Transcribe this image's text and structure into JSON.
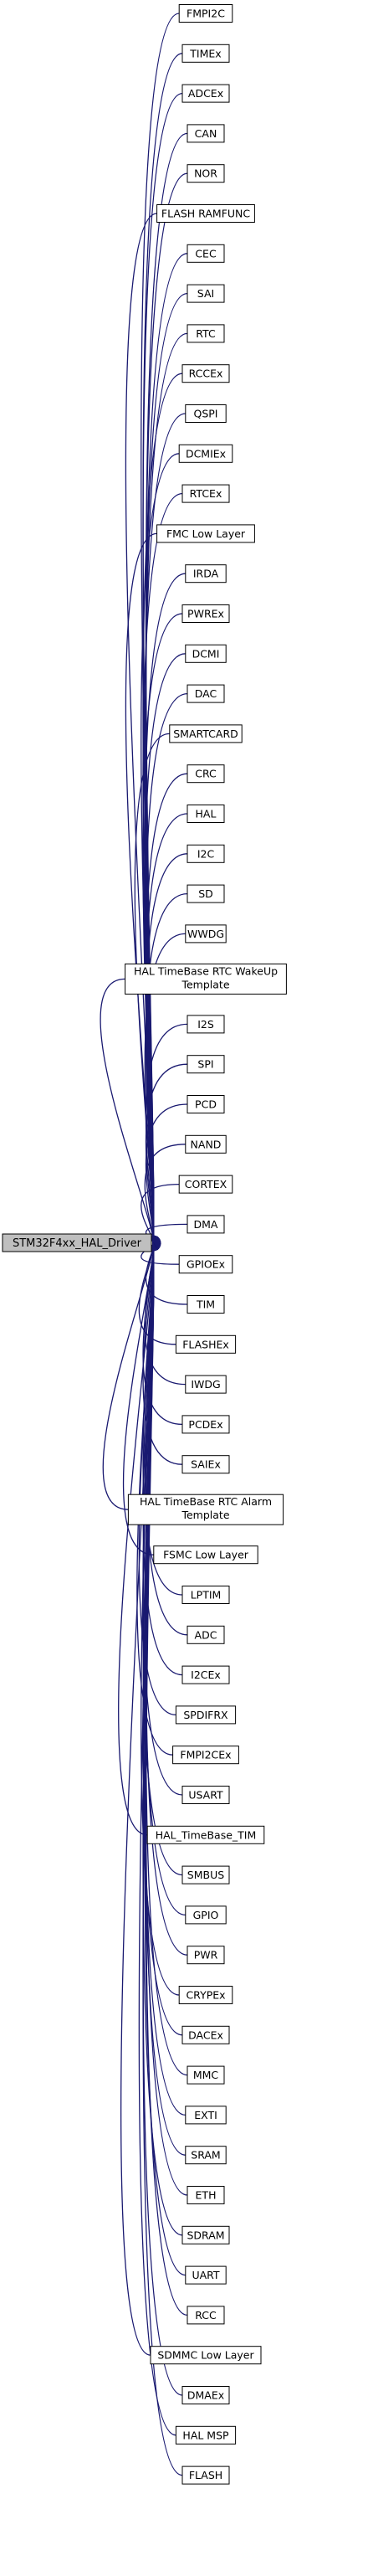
{
  "root": {
    "label": "STM32F4xx_HAL_Driver"
  },
  "colors": {
    "edge": "#191970",
    "root_fill": "#bfbfbf",
    "node_fill": "#ffffff",
    "border": "#000000"
  },
  "nodes": [
    "FMPI2C",
    "TIMEx",
    "ADCEx",
    "CAN",
    "NOR",
    "FLASH RAMFUNC",
    "CEC",
    "SAI",
    "RTC",
    "RCCEx",
    "QSPI",
    "DCMIEx",
    "RTCEx",
    "FMC Low Layer",
    "IRDA",
    "PWREx",
    "DCMI",
    "DAC",
    "SMARTCARD",
    "CRC",
    "HAL",
    "I2C",
    "SD",
    "WWDG",
    [
      "HAL TimeBase RTC WakeUp",
      "Template"
    ],
    "I2S",
    "SPI",
    "PCD",
    "NAND",
    "CORTEX",
    "DMA",
    "GPIOEx",
    "TIM",
    "FLASHEx",
    "IWDG",
    "PCDEx",
    "SAIEx",
    [
      "HAL TimeBase RTC Alarm",
      "Template"
    ],
    "FSMC Low Layer",
    "LPTIM",
    "ADC",
    "I2CEx",
    "SPDIFRX",
    "FMPI2CEx",
    "USART",
    "HAL_TimeBase_TIM",
    "SMBUS",
    "GPIO",
    "PWR",
    "CRYPEx",
    "DACEx",
    "MMC",
    "EXTI",
    "SRAM",
    "ETH",
    "SDRAM",
    "UART",
    "RCC",
    "SDMMC Low Layer",
    "DMAEx",
    "HAL MSP",
    "FLASH"
  ]
}
